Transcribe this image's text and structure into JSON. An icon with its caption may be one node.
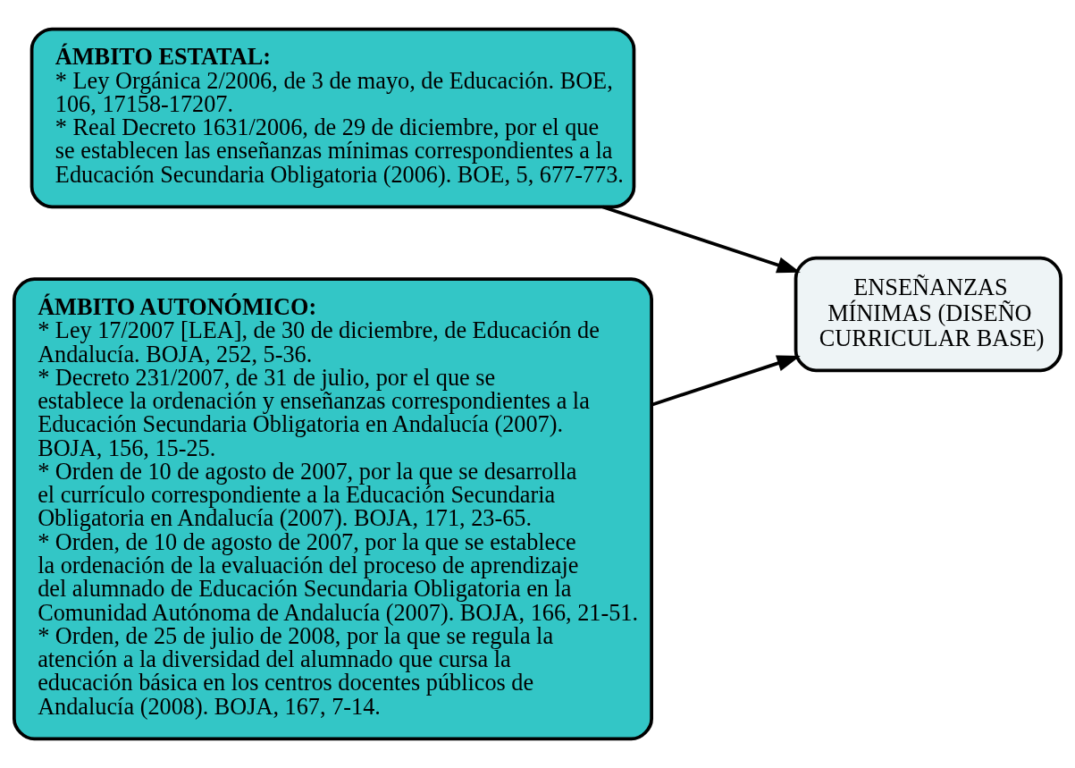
{
  "diagram": {
    "nodes": [
      {
        "text": [
          "ÁMBITO ESTATAL:",
          "* Ley Orgánica 2/2006, de 3 de mayo, de Educación. BOE, 106, 17158-17207.",
          "* Real Decreto 1631/2006, de 29 de diciembre, por el que se establecen las enseñanzas mínimas correspondientes a la Educación Secundaria Obligatoria (2006). BOE, 5, 677-773."
        ]
      },
      {
        "text": [
          "ÁMBITO AUTONÓMICO:",
          "* Ley 17/2007 [LEA], de 30 de diciembre, de Educación de Andalucía. BOJA, 252, 5-36.",
          "* Decreto 231/2007, de 31 de julio, por el que se establece la ordenación y enseñanzas correspondientes a la Educación Secundaria Obligatoria en Andalucía (2007). BOJA, 156, 15-25.",
          "* Orden de 10 de agosto de 2007, por la que se desarrolla el currículo correspondiente a la Educación Secundaria Obligatoria en Andalucía (2007). BOJA, 171, 23-65.",
          "* Orden, de 10 de agosto de 2007, por la que se establece la ordenación de la evaluación del proceso de aprendizaje del alumnado de Educación Secundaria Obligatoria en la Comunidad Autónoma de Andalucía (2007). BOJA, 166, 21-51.",
          "* Orden, de 25 de julio de 2008, por la que se regula la atención a la diversidad del alumnado que cursa la educación básica en los centros docentes públicos de Andalucía (2008). BOJA, 167, 7-14."
        ]
      },
      {
        "text": [
          "ENSEÑANZAS MÍNIMAS (DISEÑO CURRICULAR BASE)"
        ]
      }
    ],
    "edges": [
      {
        "from": 0,
        "to": 2,
        "arrow": "to"
      },
      {
        "from": 1,
        "to": 2,
        "arrow": "to"
      }
    ]
  }
}
